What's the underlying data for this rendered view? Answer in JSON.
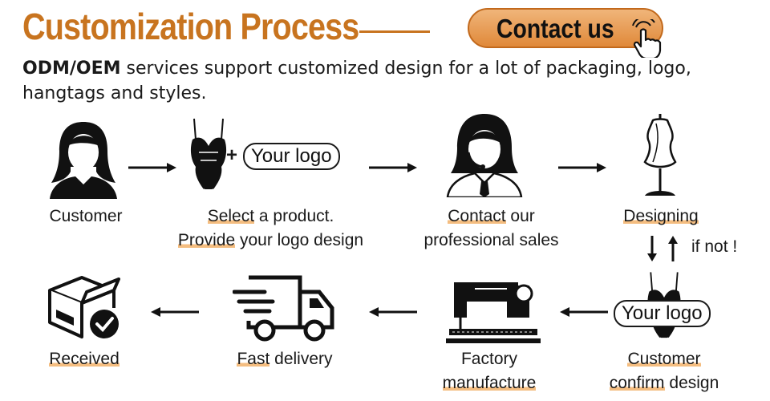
{
  "header": {
    "title": "Customization Process",
    "contact_button": "Contact us",
    "subtitle_brand": "ODM/OEM",
    "subtitle_rest": " services support customized design for a lot of packaging, logo, hangtags and styles."
  },
  "steps": {
    "customer": {
      "label": "Customer",
      "icon": "woman-avatar-icon"
    },
    "select": {
      "line1_hl": "Select",
      "line1_rest": " a product.",
      "line2_hl": "Provide",
      "line2_rest": " your logo design",
      "plus": "+",
      "logo_text": "Your logo",
      "icon": "bodysuit-icon"
    },
    "contact": {
      "line1_hl": "Contact",
      "line1_rest": " our",
      "line2": "professional sales",
      "icon": "sales-agent-headset-icon"
    },
    "designing": {
      "label_hl": "Designing",
      "loop_note": "if not !",
      "icon": "dress-form-icon"
    },
    "confirm": {
      "line1_hl": "Customer",
      "line2_hl": "confirm",
      "line2_rest": " design",
      "logo_text": "Your logo",
      "icon": "bodysuit-icon"
    },
    "factory": {
      "line1": "Factory",
      "line2_hl": "manufacture",
      "icon": "sewing-machine-icon"
    },
    "delivery": {
      "label_hl": "Fast",
      "label_rest": " delivery",
      "icon": "delivery-truck-icon"
    },
    "received": {
      "label_hl": "Received",
      "icon": "box-check-icon"
    }
  },
  "colors": {
    "accent": "#c8741f",
    "highlight": "#f4bd80",
    "button_top": "#f0b57a",
    "button_bottom": "#e0893a",
    "ink": "#1a1a1a"
  }
}
